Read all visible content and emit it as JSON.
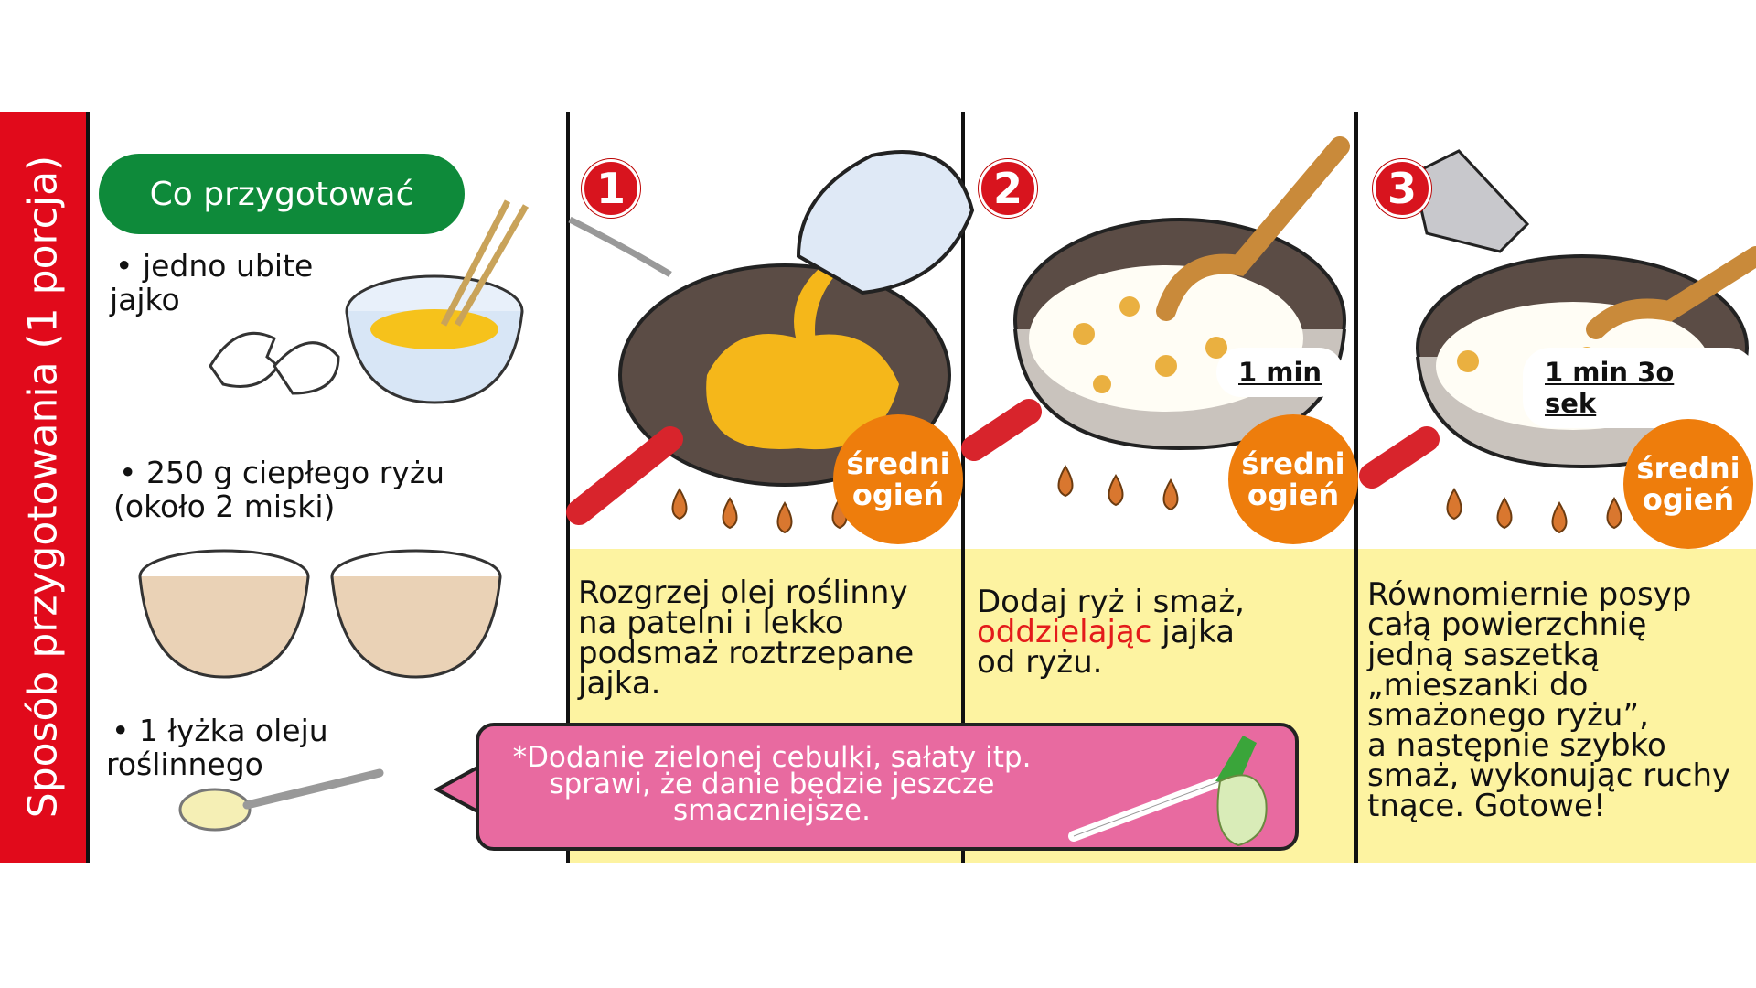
{
  "title": "Sposób przygotowania (1 porcja)",
  "ingredients": {
    "header": "Co przygotować",
    "items": [
      {
        "line1": "• jedno ubite",
        "line2": "jajko"
      },
      {
        "line1": "• 250 g ciepłego ryżu",
        "line2": "(około 2 miski)"
      },
      {
        "line1": "• 1 łyżka oleju",
        "line2": "roślinnego"
      }
    ]
  },
  "steps": [
    {
      "number": "1",
      "heat_line1": "średni",
      "heat_line2": "ogień",
      "lines": [
        "Rozgrzej olej roślinny",
        "na patelni i lekko",
        "podsmaż roztrzepane",
        "jajka."
      ]
    },
    {
      "number": "2",
      "time": "1 min",
      "heat_line1": "średni",
      "heat_line2": "ogień",
      "line1": "Dodaj ryż i smaż,",
      "highlight": "oddzielając",
      "line2_rest": " jajka",
      "line3": "od ryżu."
    },
    {
      "number": "3",
      "time": "1 min 3o sek",
      "heat_line1": "średni",
      "heat_line2": "ogień",
      "lines": [
        "Równomiernie posyp",
        "całą powierzchnię",
        "jedną saszetką",
        "„mieszanki do",
        "smażonego ryżu”,",
        "a następnie szybko",
        "smaż, wykonując ruchy",
        "tnące. Gotowe!"
      ]
    }
  ],
  "tip": {
    "lines": [
      "*Dodanie zielonej cebulki, sałaty itp.",
      "sprawi, że danie będzie jeszcze",
      "smaczniejsze."
    ]
  },
  "colors": {
    "red": "#e10a1b",
    "green": "#0e8a3a",
    "orange": "#ee7d0c",
    "yellow": "#fdf3a1",
    "pink": "#e86aa0"
  }
}
